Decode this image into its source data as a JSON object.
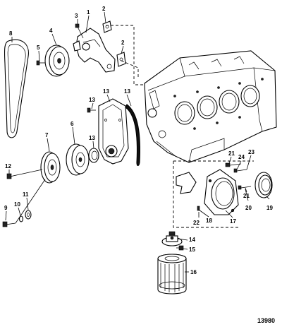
{
  "diagram": {
    "figure_number": "13980",
    "callouts": {
      "c1": "1",
      "c2a": "2",
      "c2b": "2",
      "c3": "3",
      "c4": "4",
      "c5": "5",
      "c6": "6",
      "c7": "7",
      "c8": "8",
      "c9": "9",
      "c10": "10",
      "c11": "11",
      "c12": "12",
      "c13a": "13",
      "c13b": "13",
      "c13c": "13",
      "c13d": "13",
      "c14": "14",
      "c15": "15",
      "c16": "16",
      "c17": "17",
      "c18": "18",
      "c19": "19",
      "c20": "20",
      "c21a": "21",
      "c21b": "21",
      "c22": "22",
      "c23": "23",
      "c24": "24"
    }
  }
}
